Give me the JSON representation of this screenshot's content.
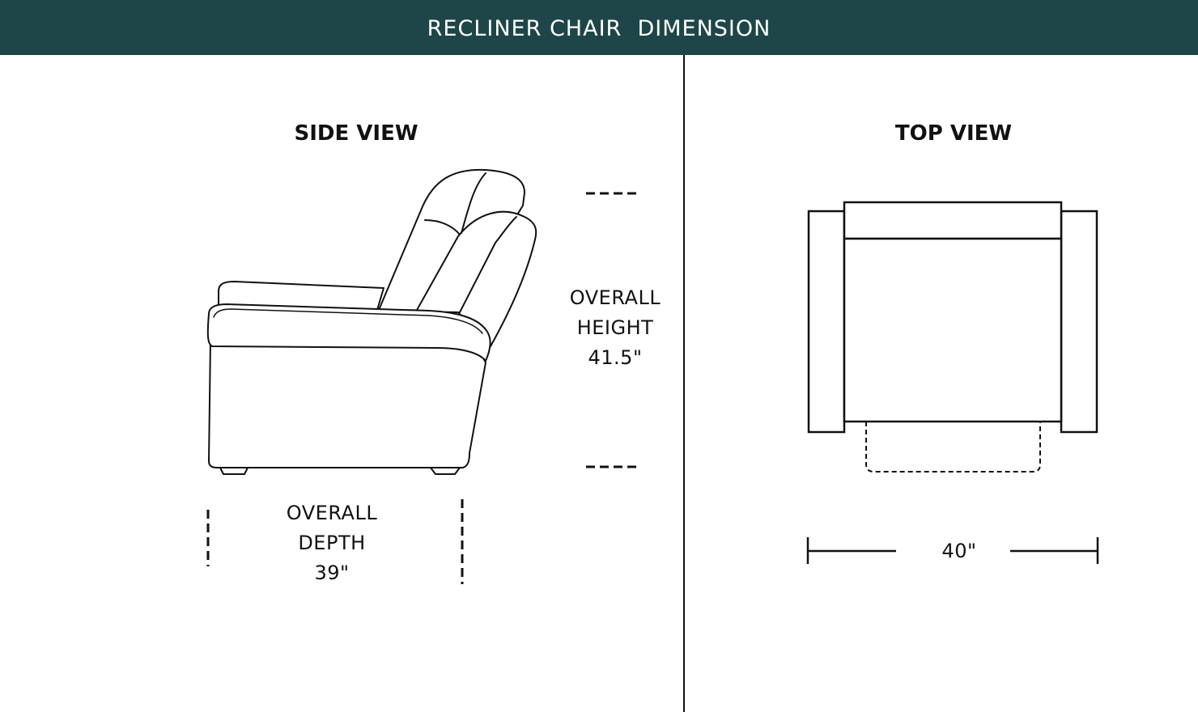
{
  "header": {
    "title": "RECLINER CHAIR  DIMENSION",
    "background_color": "#1e4649",
    "text_color": "#ffffff"
  },
  "side_view": {
    "title": "SIDE VIEW",
    "height": {
      "line1": "OVERALL",
      "line2": "HEIGHT",
      "value": "41.5\""
    },
    "depth": {
      "line1": "OVERALL",
      "line2": "DEPTH",
      "value": "39\""
    }
  },
  "top_view": {
    "title": "TOP VIEW",
    "width": {
      "value": "40\""
    }
  }
}
